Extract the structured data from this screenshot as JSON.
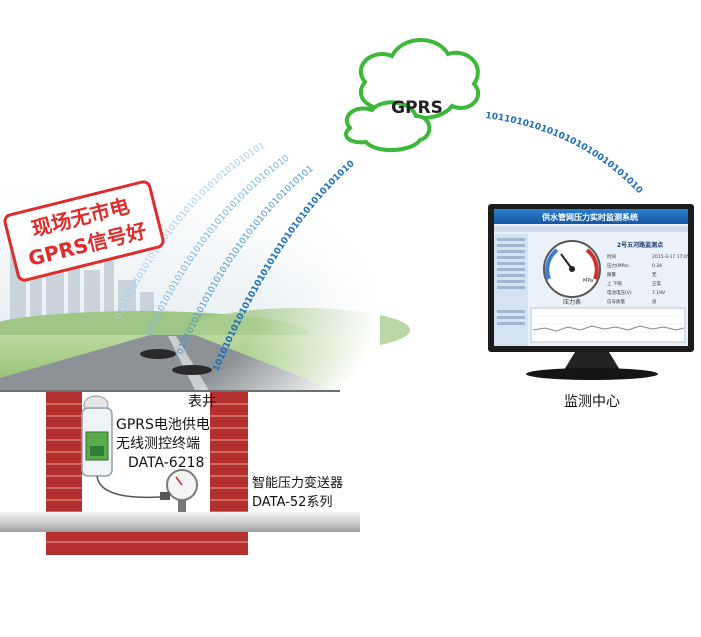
{
  "cloud": {
    "label": "GPRS"
  },
  "stamp": {
    "line1": "现场无市电",
    "line2": "GPRS信号好"
  },
  "well": {
    "label": "表井"
  },
  "terminal": {
    "line1": "GPRS电池供电",
    "line2": "无线测控终端",
    "line3": "DATA-6218"
  },
  "transmitter": {
    "line1": "智能压力变送器",
    "line2": "DATA-52系列"
  },
  "monitor": {
    "label": "监测中心",
    "screen_title": "供水管网压力实时监测系统",
    "panel_title": "2号五河路监测点",
    "gauge_label": "压力表",
    "unit": "MPa",
    "readings": [
      {
        "k": "时间",
        "v": "2015-3-17 17:05"
      },
      {
        "k": "压力(MPa)",
        "v": "0.34"
      },
      {
        "k": "报警",
        "v": "无"
      },
      {
        "k": "上 下限",
        "v": "正常"
      },
      {
        "k": "电池电压(V)",
        "v": "7.19V"
      },
      {
        "k": "信号质量",
        "v": "良"
      }
    ]
  },
  "streams": {
    "left1": "0101010101010101010101010101010101010101",
    "left2": "1010101010101010101010101010101010101010",
    "left3": "0101010101010101010101010101010101010101",
    "left4": "1010101010101010101010101010101010101010",
    "right": "101101010101010101001010101010"
  },
  "colors": {
    "cloud_stroke": "#3db83a",
    "brick": "#b52f2f",
    "stamp": "#e02b2b",
    "screen": "#1565b8"
  }
}
